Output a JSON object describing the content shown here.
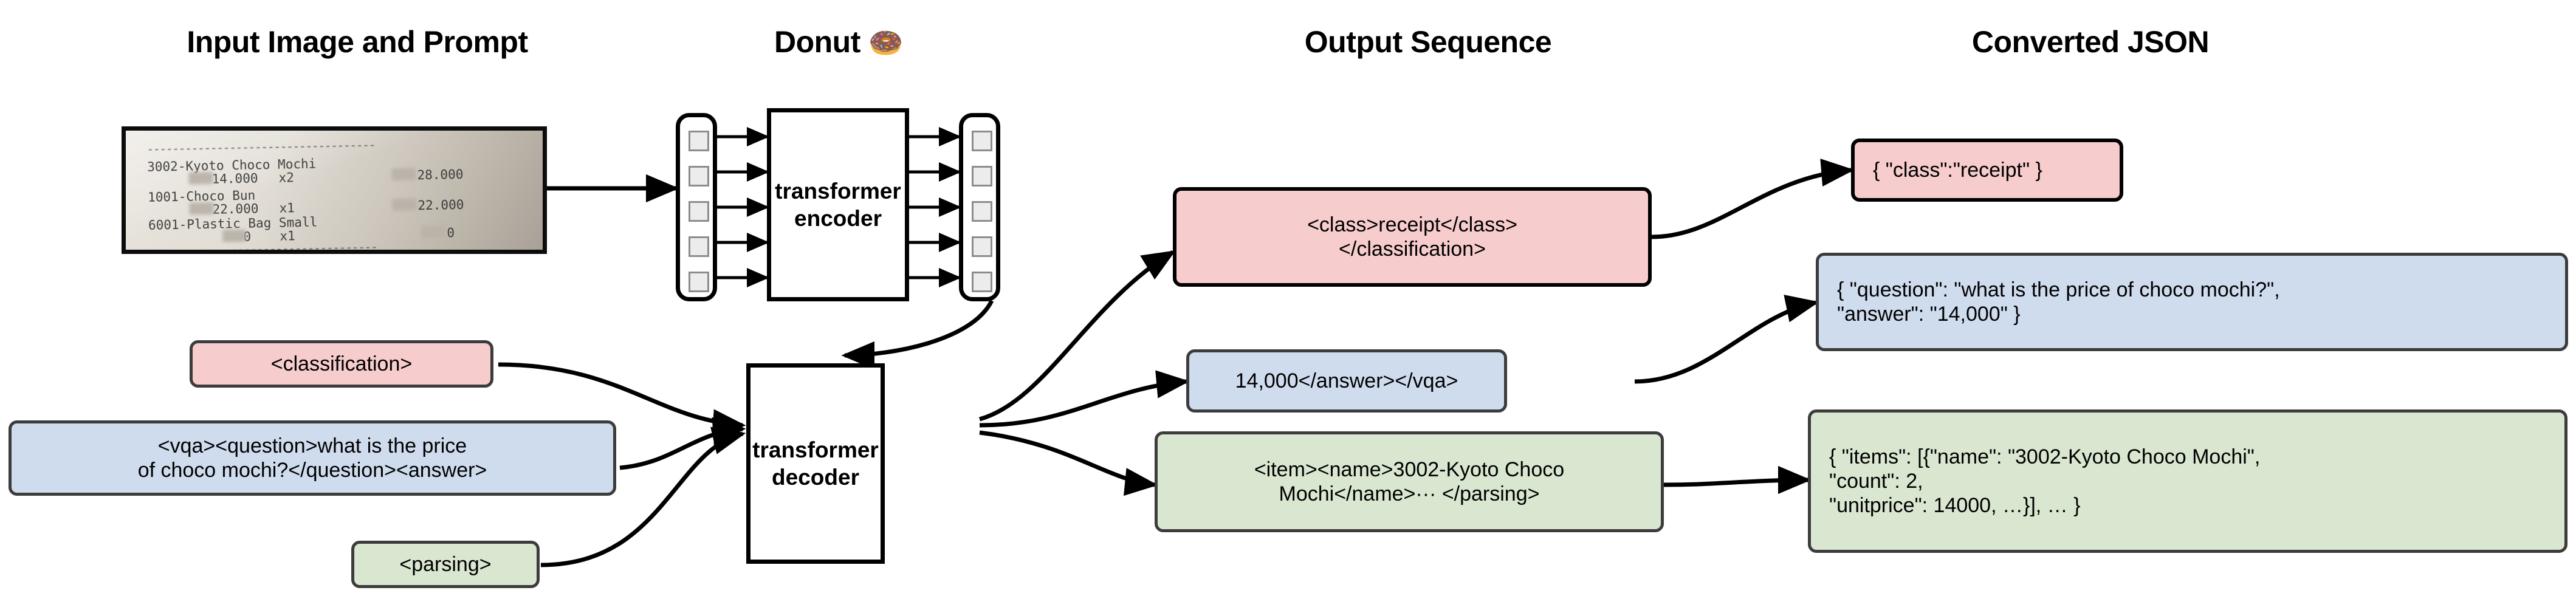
{
  "headers": [
    {
      "id": "input",
      "label": "Input Image and Prompt",
      "emoji": ""
    },
    {
      "id": "model",
      "label": "Donut ",
      "emoji": "🍩"
    },
    {
      "id": "output",
      "label": "Output Sequence",
      "emoji": ""
    },
    {
      "id": "json",
      "label": "Converted JSON",
      "emoji": ""
    }
  ],
  "receipt": {
    "alt": "photo of a printed receipt",
    "top_dashes": "------------------------------------",
    "bottom_dashes": "------------------------------------",
    "lines": [
      {
        "name": "3002-Kyoto Choco Mochi",
        "price": "14.000",
        "qty": "x2",
        "total": "28.000"
      },
      {
        "name": "1001-Choco Bun",
        "price": "22.000",
        "qty": "x1",
        "total": "22.000"
      },
      {
        "name": "6001-Plastic Bag Small",
        "price": "0",
        "qty": "x1",
        "total": "0"
      }
    ]
  },
  "model": {
    "encoder_label": "transformer\nencoder",
    "decoder_label": "transformer\ndecoder",
    "token_count": 5
  },
  "prompts": [
    {
      "id": "classification",
      "color": "pink",
      "text": "<classification>"
    },
    {
      "id": "vqa",
      "color": "blue",
      "text": "<vqa><question>what is the price\nof choco mochi?</question><answer>"
    },
    {
      "id": "parsing",
      "color": "green",
      "text": "<parsing>"
    }
  ],
  "outputs": [
    {
      "id": "class-out",
      "color": "pink",
      "text": "<class>receipt</class>\n</classification>"
    },
    {
      "id": "answer-out",
      "color": "blue",
      "text": "14,000</answer></vqa>"
    },
    {
      "id": "parse-out",
      "color": "green",
      "text": "<item><name>3002-Kyoto Choco\nMochi</name>··· </parsing>"
    }
  ],
  "json_results": [
    {
      "id": "class-json",
      "color": "pink",
      "text": "{ \"class\":\"receipt\" }"
    },
    {
      "id": "vqa-json",
      "color": "blue",
      "text": "{ \"question\": \"what is the price of choco mochi?\",\n   \"answer\": \"14,000\" }"
    },
    {
      "id": "parse-json",
      "color": "green",
      "text": "{ \"items\": [{\"name\": \"3002-Kyoto Choco Mochi\",\n     \"count\": 2,\n     \"unitprice\": 14000, …}], … }"
    }
  ],
  "colors": {
    "pink": "#f7cccc",
    "blue": "#cfdcee",
    "green": "#d9e7d1",
    "border_dark": "#3c3c3c",
    "border_black": "#000000",
    "token_fill": "#ececec",
    "token_border": "#8c8c8c",
    "background": "#ffffff"
  }
}
